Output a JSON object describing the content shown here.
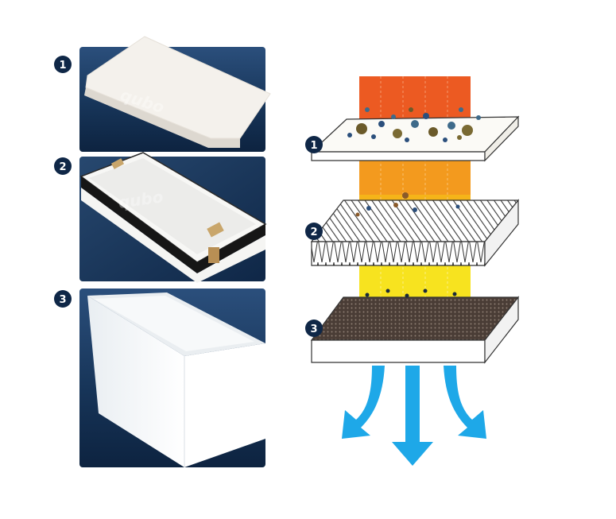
{
  "colors": {
    "panel_dark": "#0f2747",
    "panel_light": "#2b4f7c",
    "badge": "#0f2747",
    "orange_top": "#ec5a22",
    "orange_mid": "#f39a1e",
    "yellow": "#f7e31f",
    "arrow": "#1ea8e8",
    "felt": "#f6f3ee",
    "carbon": "#4a3d36"
  },
  "photo_panels": [
    {
      "badge": "1",
      "icon": "prefilter-felt-icon",
      "watermark": "qubo"
    },
    {
      "badge": "2",
      "icon": "hepa-filter-icon",
      "watermark": "qubo"
    },
    {
      "badge": "3",
      "icon": "filter-box-icon",
      "watermark": ""
    }
  ],
  "diagram_layers": [
    {
      "badge": "1",
      "icon": "prefilter-layer-icon"
    },
    {
      "badge": "2",
      "icon": "pleated-hepa-layer-icon"
    },
    {
      "badge": "3",
      "icon": "activated-carbon-layer-icon"
    }
  ],
  "airflow_arrows": [
    "arrow-left",
    "arrow-center",
    "arrow-right"
  ]
}
